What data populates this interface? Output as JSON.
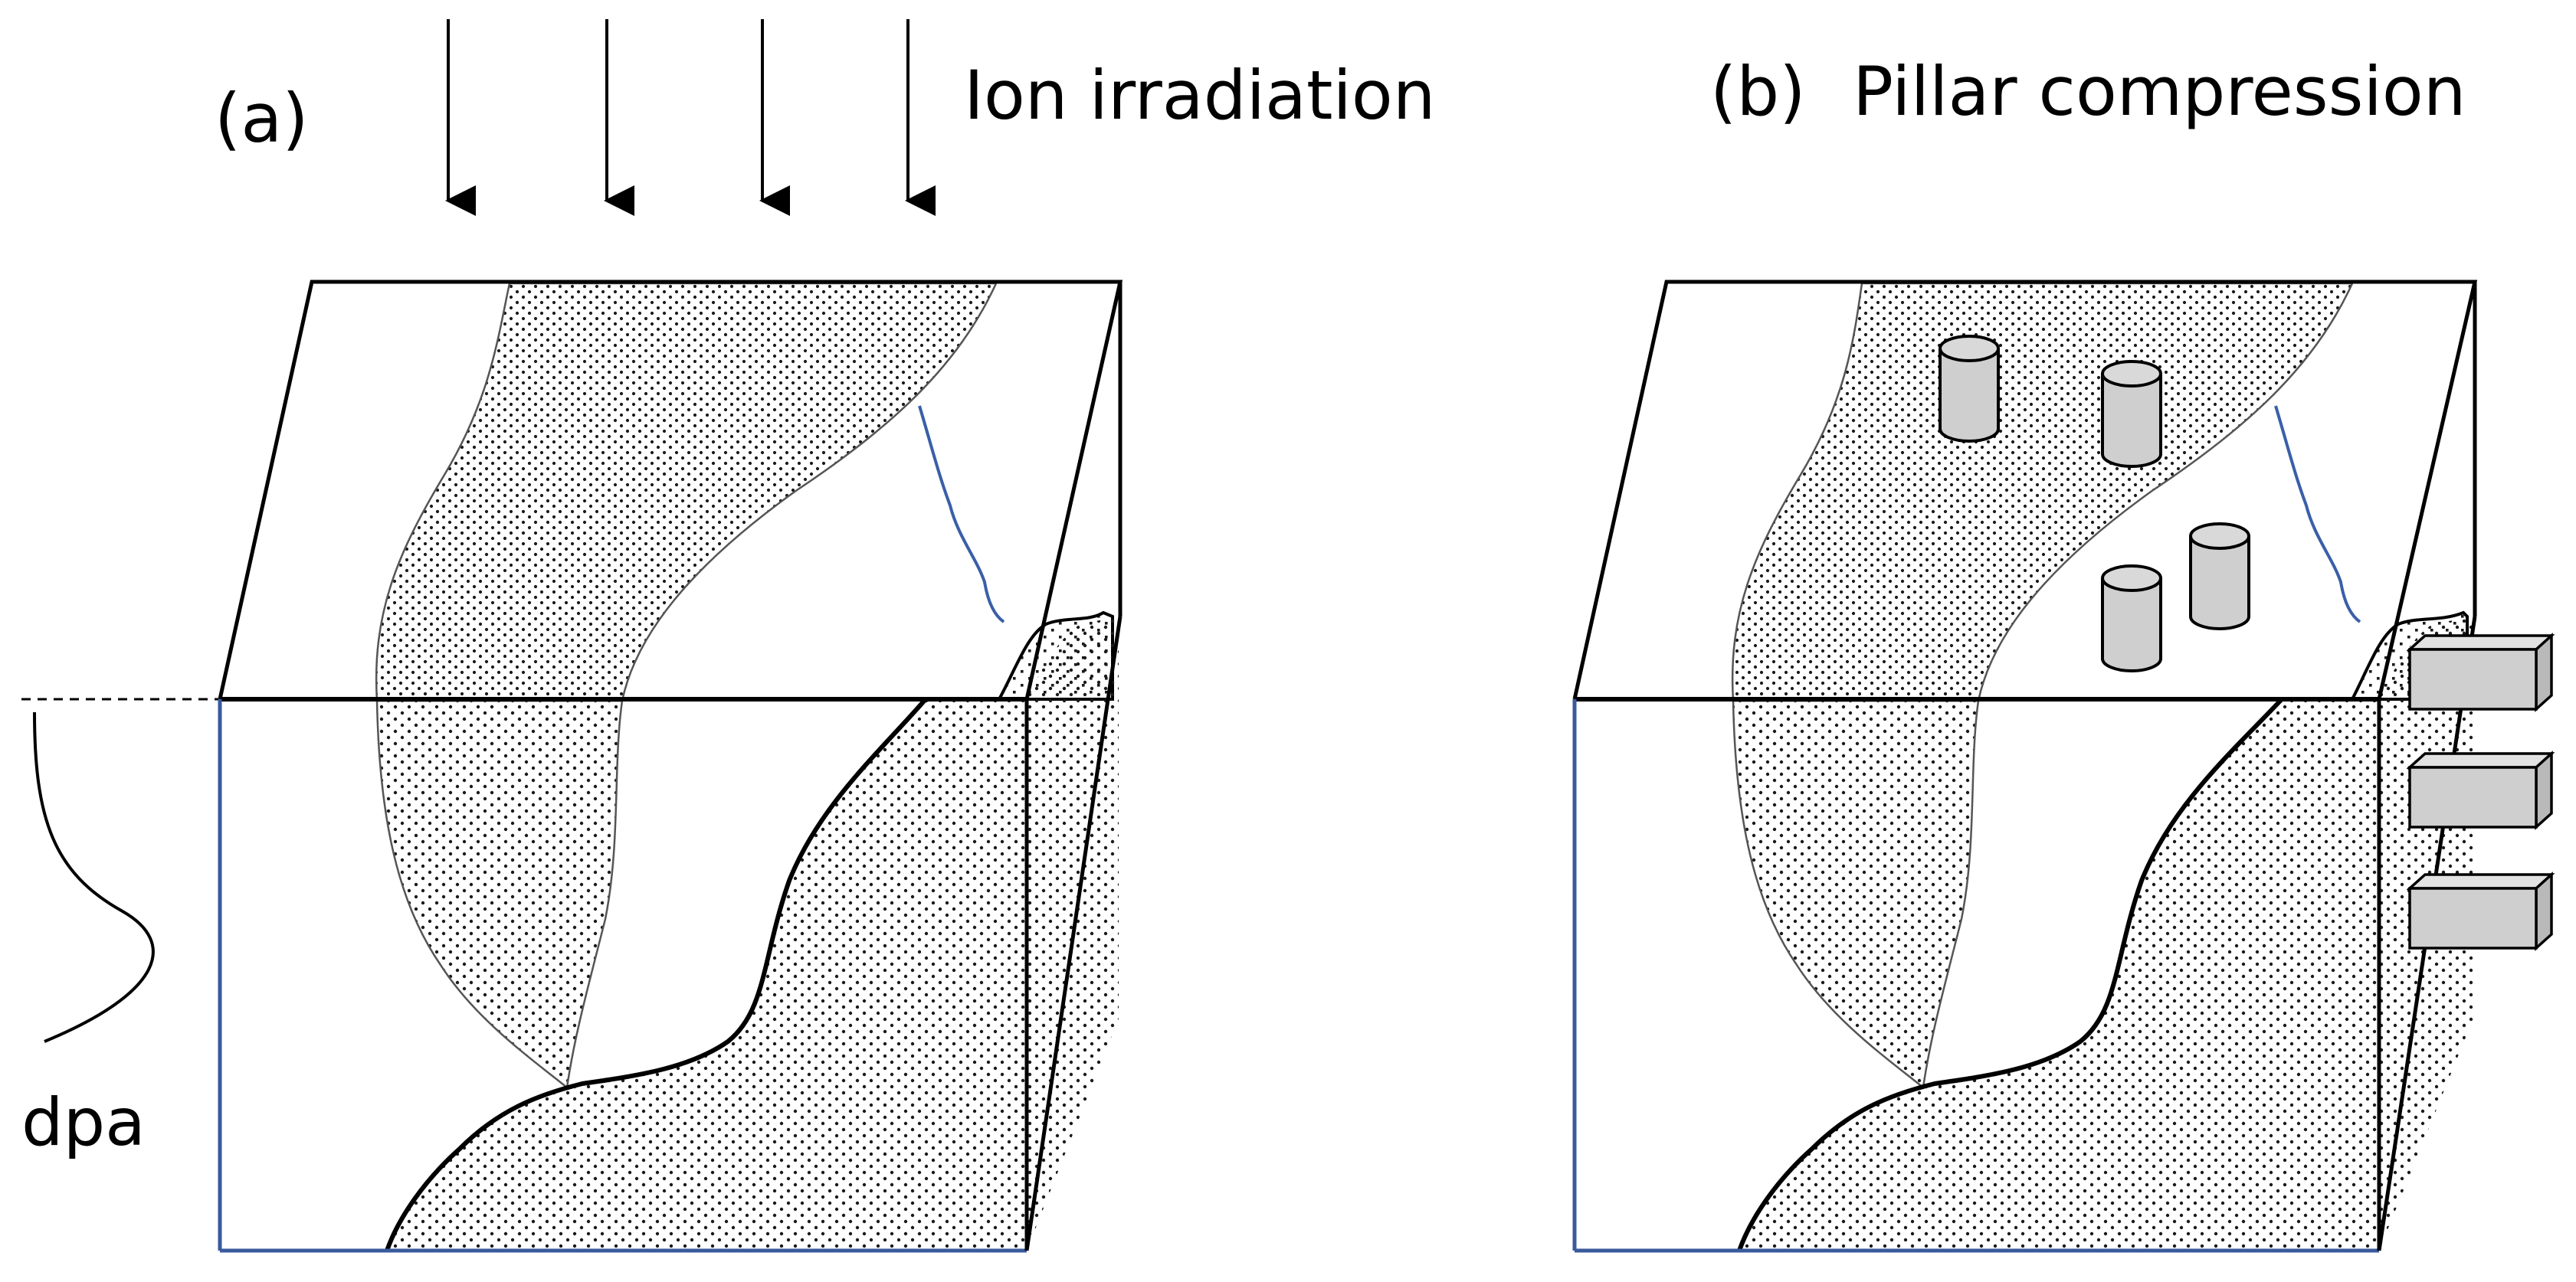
{
  "panel_a": {
    "label": "(a)",
    "title": "Ion irradiation",
    "profile_label": "dpa"
  },
  "panel_b": {
    "label": "(b)",
    "title": "Pillar compression"
  },
  "colors": {
    "outline": "#000000",
    "front_edge": "#3a5a9c",
    "grain_boundary": "#3a5fa8",
    "pillar_fill": "#cfcfcf",
    "grain_dots": "#1a1a1a"
  },
  "icons": {
    "arrow": "down-arrow-icon",
    "pillar": "cylinder-pillar-icon",
    "cantilever": "rectangular-pillar-icon"
  }
}
